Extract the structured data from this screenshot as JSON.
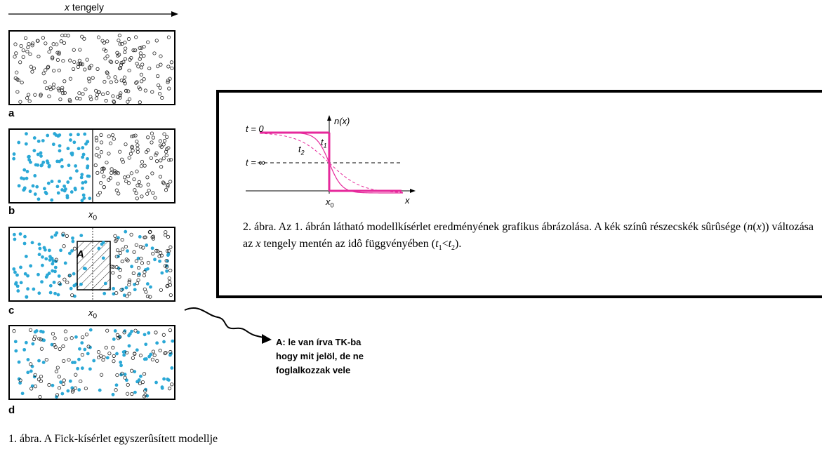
{
  "fig1": {
    "axis_title_var": "x",
    "axis_title_word": "tengely",
    "panels": [
      {
        "label": "a",
        "x0": ""
      },
      {
        "label": "b",
        "x0": "x"
      },
      {
        "label": "c",
        "x0": "x",
        "region_label": "A"
      },
      {
        "label": "d",
        "x0": ""
      }
    ],
    "x0_sub": "0",
    "caption": "1. ábra. A Fick-kísérlet egyszerûsített modellje",
    "particle_color": "#2aa8d6"
  },
  "fig2": {
    "chart_data": {
      "type": "line",
      "title": "",
      "xlabel": "x",
      "ylabel": "n(x)",
      "x_marker": "x0",
      "x_marker_var": "x",
      "x_marker_sub": "0",
      "series": [
        {
          "name": "t = 0",
          "description": "step: high for x < x0, low for x > x0"
        },
        {
          "name": "t1",
          "description": "steep sigmoid"
        },
        {
          "name": "t2",
          "description": "flatter sigmoid (dashed)"
        },
        {
          "name": "t = ∞",
          "description": "constant mid level (dashed)"
        }
      ],
      "labels": {
        "t0": "t = 0",
        "tinf": "t = ∞",
        "t1_var": "t",
        "t1_sub": "1",
        "t2_var": "t",
        "t2_sub": "2"
      },
      "curve_color": "#e6289b"
    },
    "caption": {
      "part1": "2. ábra. Az 1. ábrán látható modellkísérlet eredményének grafikus ábrázolása. A kék színû részecskék sûrûsége (",
      "part2_var": "n",
      "part3": "(",
      "part4_var": "x",
      "part5": ")) változása az ",
      "part6_var": "x",
      "part7": " tengely mentén az idô függvényében (",
      "part8_var": "t",
      "part9_sub": "1",
      "part10": "<",
      "part11_var": "t",
      "part12_sub": "2",
      "part13": ")."
    }
  },
  "note": {
    "lines": [
      "A: le van írva TK-ba",
      "hogy mit jelöl, de ne",
      "foglalkozzak vele"
    ]
  }
}
